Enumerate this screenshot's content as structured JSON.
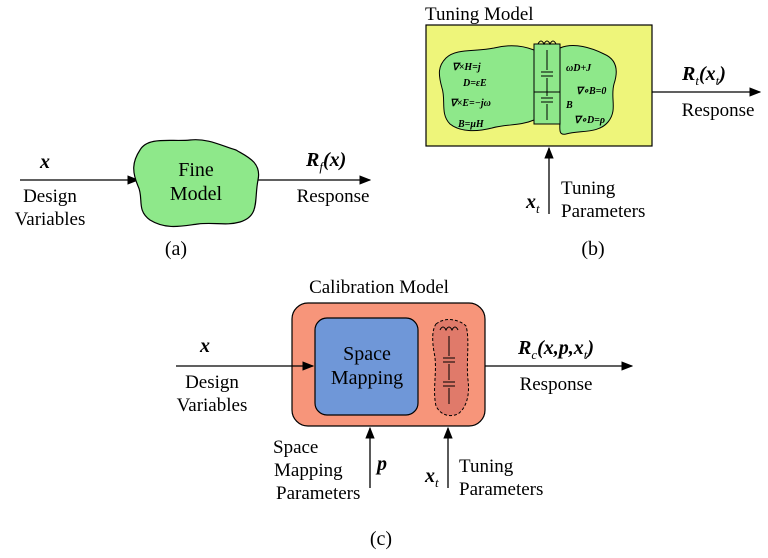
{
  "colors": {
    "fine_model_fill": "#8ee88a",
    "tuning_box_fill": "#eef57a",
    "calibration_box_fill": "#f7957a",
    "space_mapping_fill": "#6f97d8",
    "tuning_inner_fill": "#e07a6a"
  },
  "panel_a": {
    "input_symbol": "x",
    "input_label_line1": "Design",
    "input_label_line2": "Variables",
    "block_line1": "Fine",
    "block_line2": "Model",
    "output_symbol": "R",
    "output_sub": "f",
    "output_arg": "(x)",
    "output_label": "Response",
    "caption": "(a)"
  },
  "panel_b": {
    "title": "Tuning Model",
    "eq_left_1": "∇×H=j",
    "eq_left_2": "D=εE",
    "eq_left_3": "∇×E=−jω",
    "eq_left_4": "B=μH",
    "eq_right_1": "ωD+J",
    "eq_right_2": "∇∘B=0",
    "eq_right_3": "B",
    "eq_right_4": "∇∘D=ρ",
    "output_symbol": "R",
    "output_sub": "t",
    "output_arg_open": "(x",
    "output_arg_sub": "t",
    "output_arg_close": ")",
    "output_label": "Response",
    "input_symbol": "x",
    "input_sub": "t",
    "input_label_line1": "Tuning",
    "input_label_line2": "Parameters",
    "caption": "(b)"
  },
  "panel_c": {
    "title": "Calibration Model",
    "inner_line1": "Space",
    "inner_line2": "Mapping",
    "input_symbol": "x",
    "input_label_line1": "Design",
    "input_label_line2": "Variables",
    "output_symbol": "R",
    "output_sub": "c",
    "output_arg_open": "(x,p,x",
    "output_arg_sub": "t",
    "output_arg_close": ")",
    "output_label": "Response",
    "p_label_line1": "Space",
    "p_label_line2": "Mapping",
    "p_label_line3": "Parameters",
    "p_symbol": "p",
    "xt_symbol": "x",
    "xt_sub": "t",
    "tuning_label_line1": "Tuning",
    "tuning_label_line2": "Parameters",
    "caption": "(c)"
  }
}
